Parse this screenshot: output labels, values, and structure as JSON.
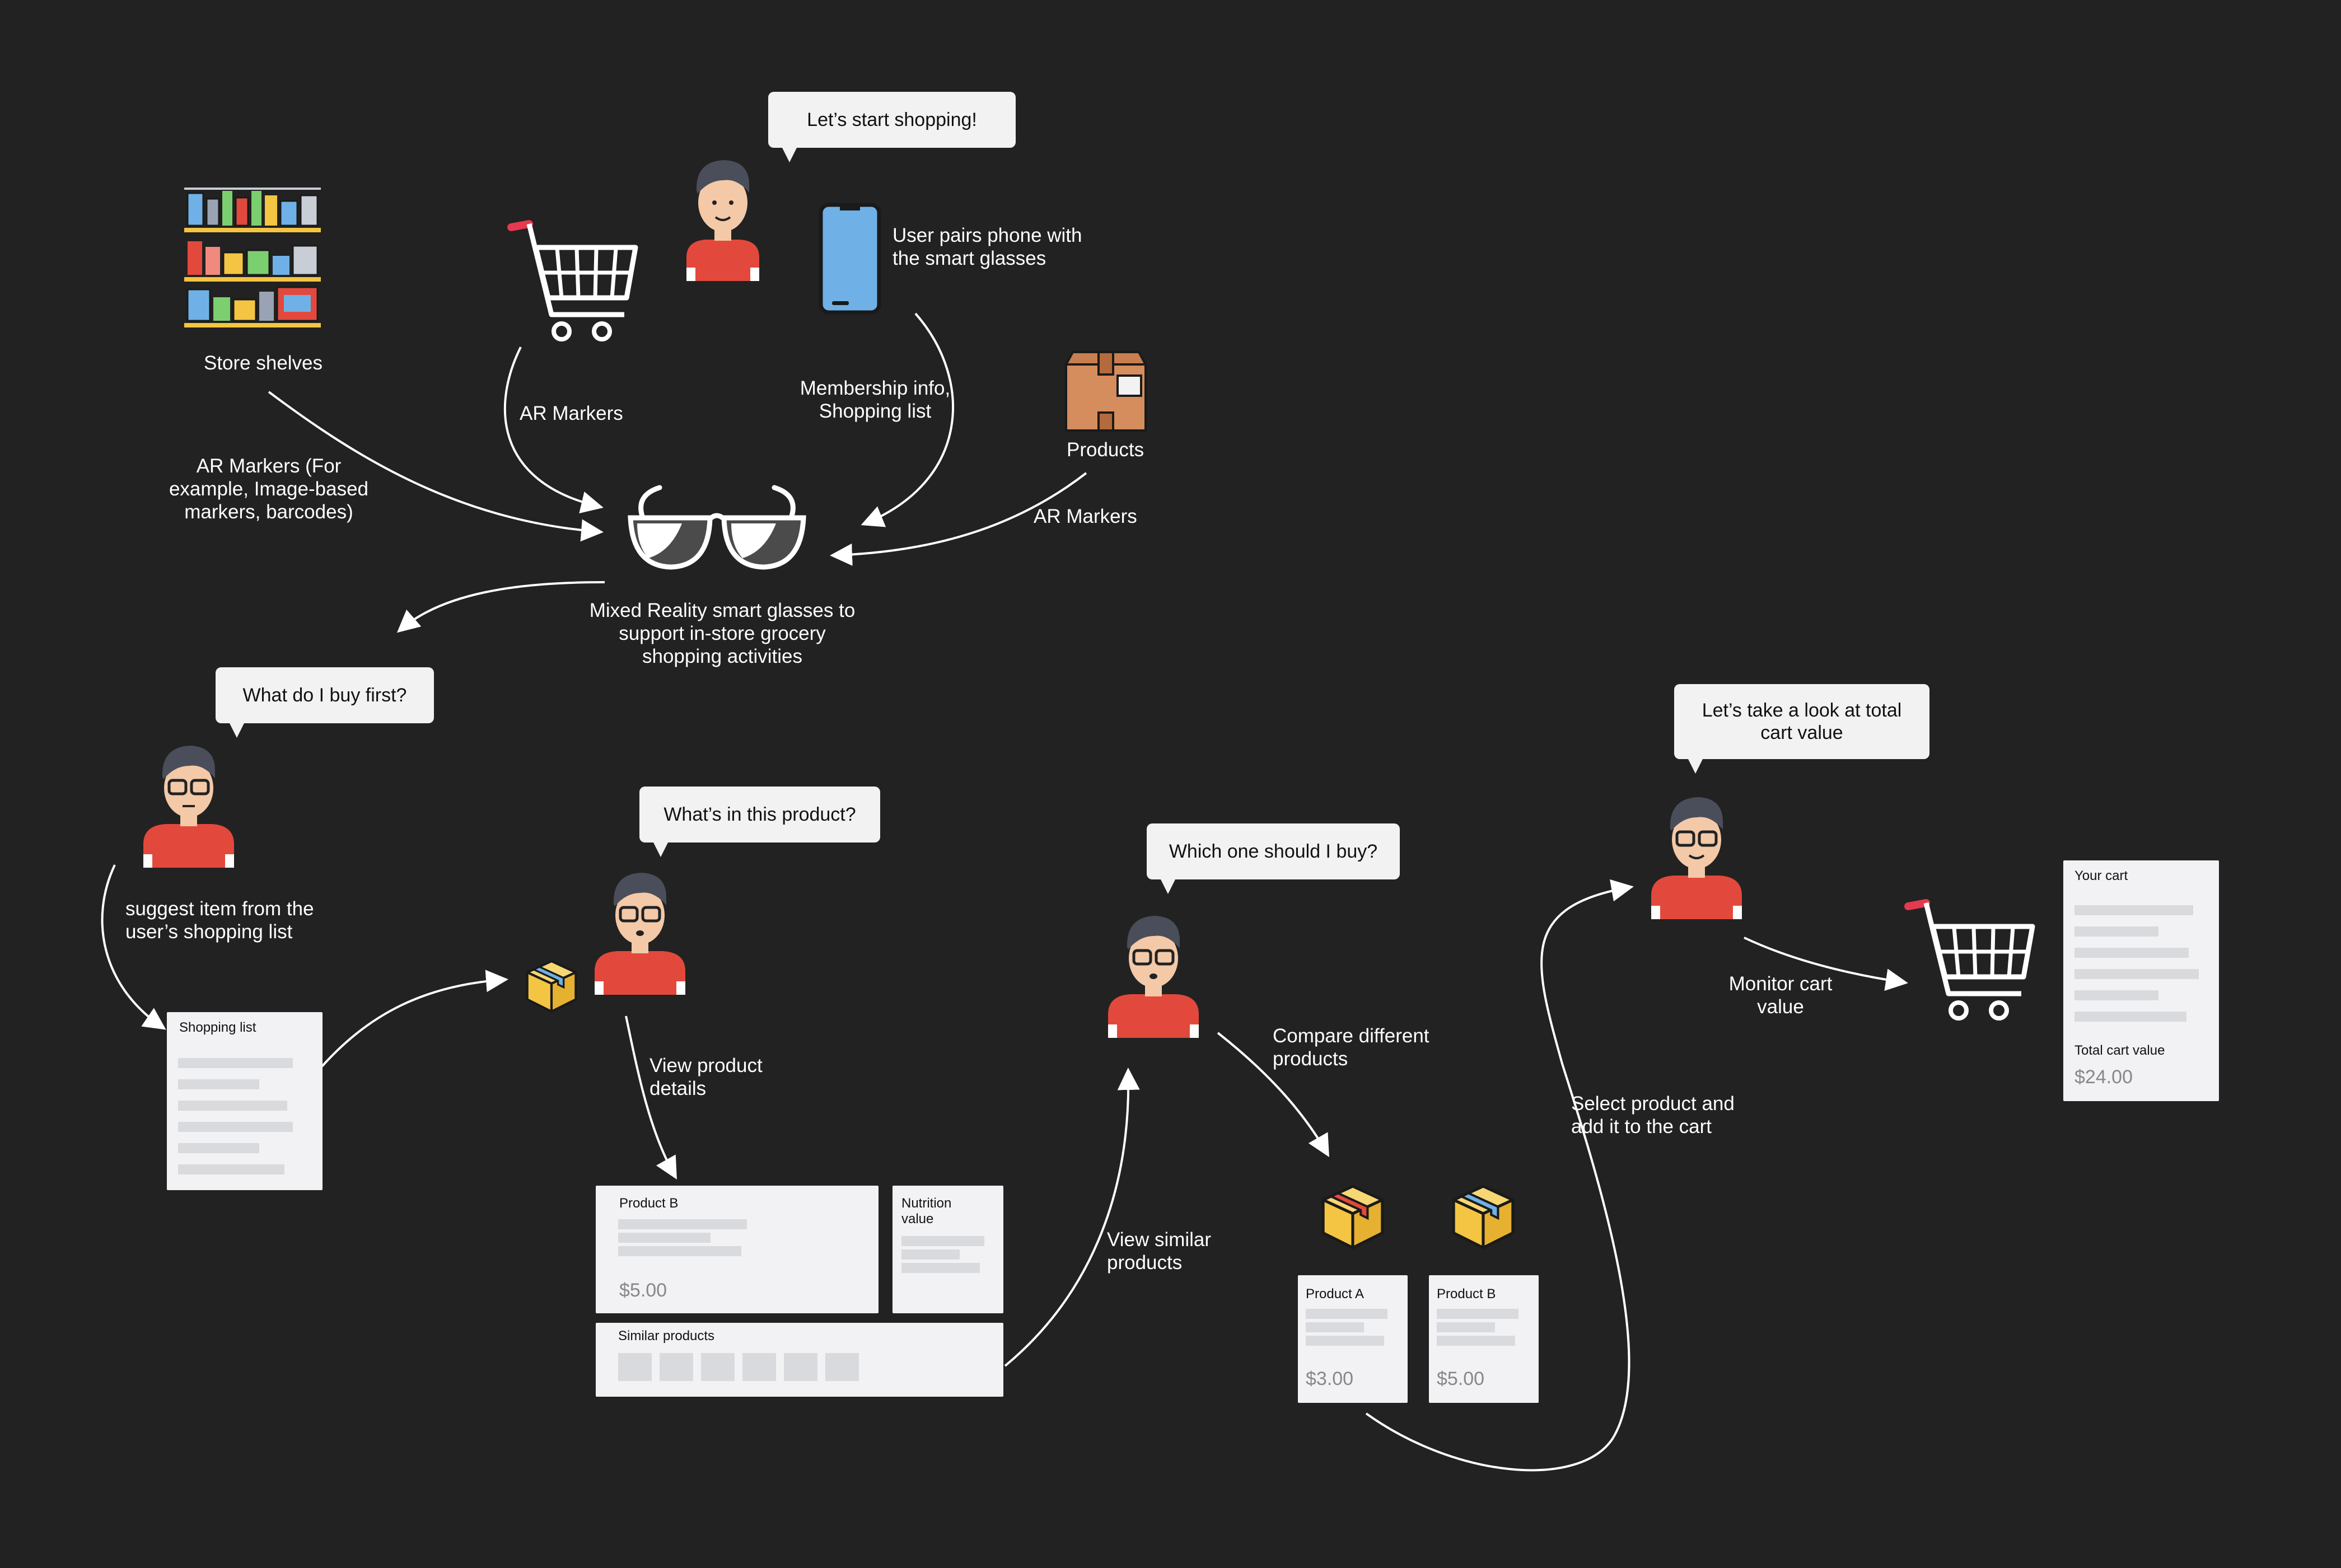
{
  "bubbles": {
    "start": "Let’s start shopping!",
    "first": "What do I buy first?",
    "whats_in": "What’s in this product?",
    "which": "Which one should I buy?",
    "total": "Let’s take a look at total cart value"
  },
  "labels": {
    "store_shelves": "Store shelves",
    "ar_markers_cart": "AR Markers",
    "pairs_phone": "User pairs phone with the smart glasses",
    "membership": "Membership info, Shopping list",
    "products": "Products",
    "ar_markers_products": "AR Markers",
    "ar_markers_shelves": "AR Markers (For example, Image-based markers, barcodes)",
    "glasses": "Mixed Reality smart glasses to support in-store grocery shopping activities",
    "suggest": "suggest item from the user’s shopping list",
    "view_details": "View product details",
    "view_similar": "View similar products",
    "compare": "Compare different products",
    "select_add": "Select product and add it to the cart",
    "monitor": "Monitor cart value"
  },
  "cards": {
    "shopping_list": {
      "title": "Shopping list"
    },
    "product_b_detail": {
      "title": "Product B",
      "price": "$5.00"
    },
    "nutrition": {
      "title": "Nutrition value"
    },
    "similar": {
      "title": "Similar products"
    },
    "product_a": {
      "title": "Product A",
      "price": "$3.00"
    },
    "product_b": {
      "title": "Product B",
      "price": "$5.00"
    },
    "your_cart": {
      "title": "Your cart",
      "total_label": "Total cart value",
      "total": "$24.00"
    }
  },
  "colors": {
    "background": "#222222",
    "bubble": "#f2f2f2",
    "card": "#f2f2f4",
    "shirt": "#e2493c",
    "phone": "#6fb1e6",
    "box": "#f4c542",
    "cart_handle": "#e53950"
  },
  "icons": [
    "store-shelves-icon",
    "shopping-cart-icon",
    "user-avatar-icon",
    "smartphone-icon",
    "cardboard-box-icon",
    "smart-glasses-icon",
    "product-box-icon"
  ]
}
